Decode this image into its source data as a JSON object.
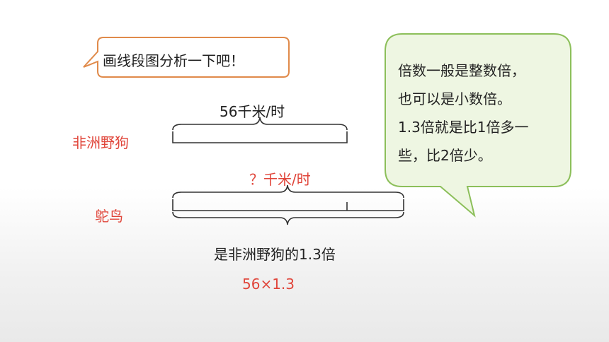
{
  "prompt_bubble": {
    "text": "画线段图分析一下吧！"
  },
  "dog": {
    "label": "非洲野狗",
    "speed_label": "56千米/时"
  },
  "ostrich": {
    "label": "鸵鸟",
    "speed_label": "？千米/时",
    "relation_label": "是非洲野狗的1.3倍",
    "formula": "56×1.3"
  },
  "note_bubble": {
    "lines": [
      "倍数一般是整数倍，",
      "也可以是小数倍。",
      "1.3倍就是比1倍多一",
      "些，比2倍少。"
    ]
  },
  "colors": {
    "bubble_left_border": "#e08a4a",
    "bubble_right_fill": "#eef6e2",
    "bubble_right_border": "#8cbf5a",
    "accent_red": "#e0453a",
    "line": "#333333"
  }
}
